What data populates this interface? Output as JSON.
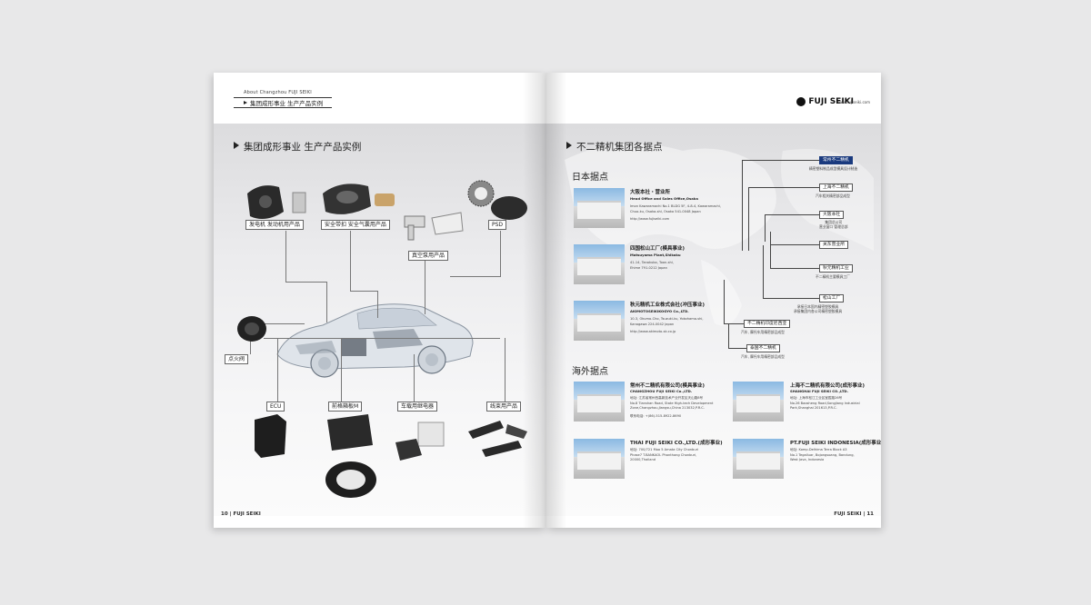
{
  "left": {
    "header_small": "About Changzhou FUJI SEIKI",
    "header_main": "集团成形事业 生产产品实例",
    "section_title": "集团成形事业 生产产品实例",
    "labels": {
      "motor": "发电机 发动机用产品",
      "seatbelt": "安全带扣 安全气囊用产品",
      "psd": "PSD",
      "vacuum": "真空泵用产品",
      "ignition": "点火阀",
      "ecu": "ECU",
      "panel": "前格箱板M",
      "relay": "车载用继电器",
      "wire": "线束用产品"
    },
    "footer": "10 | FUJI SEIKI"
  },
  "right": {
    "logo": "FUJI SEIKI",
    "url": "www.fujiseiki.com",
    "section_title": "不二精机集团各据点",
    "japan_title": "日本据点",
    "overseas_title": "海外据点",
    "japan_offices": [
      {
        "name": "大阪本社・营业所",
        "en": "Head Office and Sales Office,Osaka",
        "addr": [
          "Imon Kawaramachi No.1 BLDG 5F, 4-8-4, Kawaramachi,",
          "Chuo-ku, Osaka-shi, Osaka 541-0048 Japan",
          "",
          "http://www.fujiseiki.com"
        ]
      },
      {
        "name": "四国松山工厂(模具事业)",
        "en": "Matsuyama Plant,Shikoku",
        "addr": [
          "41-14, Tanakubo, Toon-shi,",
          "Ehime 791-0212 Japan"
        ]
      },
      {
        "name": "秋元精机工业株式会社(冲压事业)",
        "en": "AKIMOTOSEIKIKOGYO Co.,LTD.",
        "addr": [
          "10-3, Okumo-Cho, Tsuzuki-ku, Yokohama-shi,",
          "Kanagawa 224-0042 Japan",
          "",
          "http://www.akimoto-sk.co.jp"
        ]
      }
    ],
    "overseas_offices": [
      {
        "name": "常州不二精机有限公司(模具事业)",
        "en": "CHANGZHOU FUJI SEIKI Co.,LTD.",
        "addr": [
          "地址: 江苏省常州西高新技术产业开发区天山路8号",
          "No.8 Tianshan Road, State High-tech Development",
          "Zone,Changzhou,Jiangsu,China 213032,P.R.C.",
          "",
          "联系电话: +(86)-515-8922-8690"
        ]
      },
      {
        "name": "上海不二精机有限公司(成形事业)",
        "en": "SHANGHAI FUJI SEIKI CO.,LTD.",
        "addr": [
          "地址: 上海市松江工业区宝胜路26号",
          "No.26 Baosheng Road,Songjiang Industrial",
          "Park,Shanghai 201613,P.R.C."
        ]
      },
      {
        "name": "THAI FUJI SEIKI CO.,LTD.(成形事业)",
        "en": "",
        "addr": [
          "地址: 700/721 Moo 5 Amata City Chonburi",
          "Phase7 T.BANKAOL Phanthong Chonburi,",
          "20000,Thailand"
        ]
      },
      {
        "name": "PT.FUJI SEIKI INDONESIA(成形事业)",
        "en": "",
        "addr": [
          "地址: Komp.Delhima Terra Block A3",
          "No.1 Tegalluar, Bojongsoang, Bandung,",
          "West Java, Indonesia"
        ]
      }
    ],
    "map_labels": [
      {
        "text": "常州不二精机",
        "note": "精密塑料制品成型模具设计制造",
        "highlight": true
      },
      {
        "text": "上海不二精机",
        "note": "汽车相关精密部品成型",
        "highlight": false
      },
      {
        "text": "大阪本社",
        "note": "集团总公司\n营业窗口 管理总部",
        "highlight": false
      },
      {
        "text": "关东营业所",
        "note": "",
        "highlight": false
      },
      {
        "text": "秋元精机工业",
        "note": "不二精机主要模具工厂",
        "highlight": false
      },
      {
        "text": "松山工厂",
        "note": "承接日本国内精密塑胶模具\n承接集团内各公司精密塑胶模具",
        "highlight": false
      },
      {
        "text": "不二精机印度尼西亚",
        "note": "汽车, 摩托车用精密部品成型",
        "highlight": false
      },
      {
        "text": "泰国不二精机",
        "note": "汽车, 摩托车用精密部品成型",
        "highlight": false
      }
    ],
    "footer": "FUJI SEIKI | 11"
  },
  "colors": {
    "background": "#e8e8e9",
    "accent_blue": "#1a3a7e",
    "page": "#ffffff"
  }
}
